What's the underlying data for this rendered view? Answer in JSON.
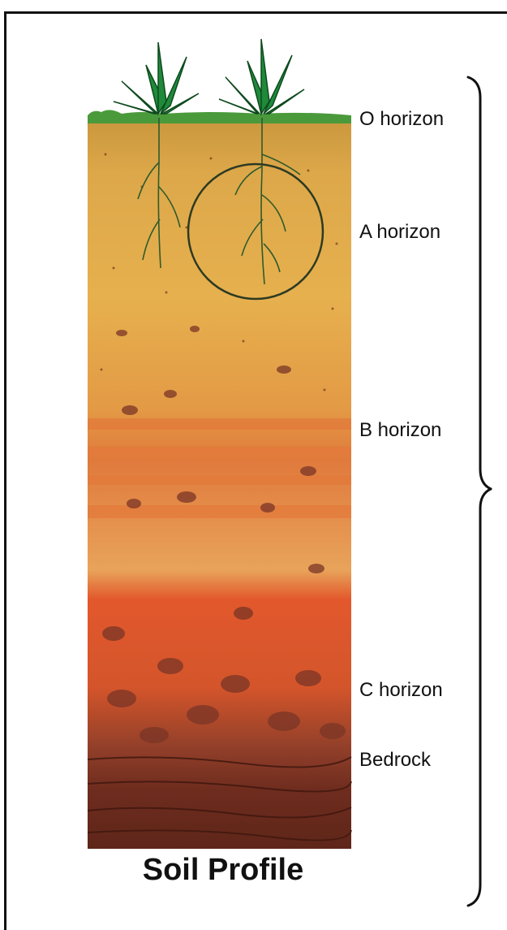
{
  "figure": {
    "title": "Soil Profile",
    "layers": [
      {
        "id": "o",
        "label": "O horizon"
      },
      {
        "id": "a",
        "label": "A horizon"
      },
      {
        "id": "b",
        "label": "B horizon"
      },
      {
        "id": "c",
        "label": "C horizon"
      },
      {
        "id": "bedrock",
        "label": "Bedrock"
      }
    ]
  },
  "colors": {
    "grass": "#3f9a3a",
    "topsoil": "#d9a247",
    "subsoil": "#e2823d",
    "clay": "#e5602d",
    "weathered_rock": "#8a3a24",
    "bedrock": "#6b2d1e",
    "root": "#2f5a2c",
    "line": "#111111"
  }
}
